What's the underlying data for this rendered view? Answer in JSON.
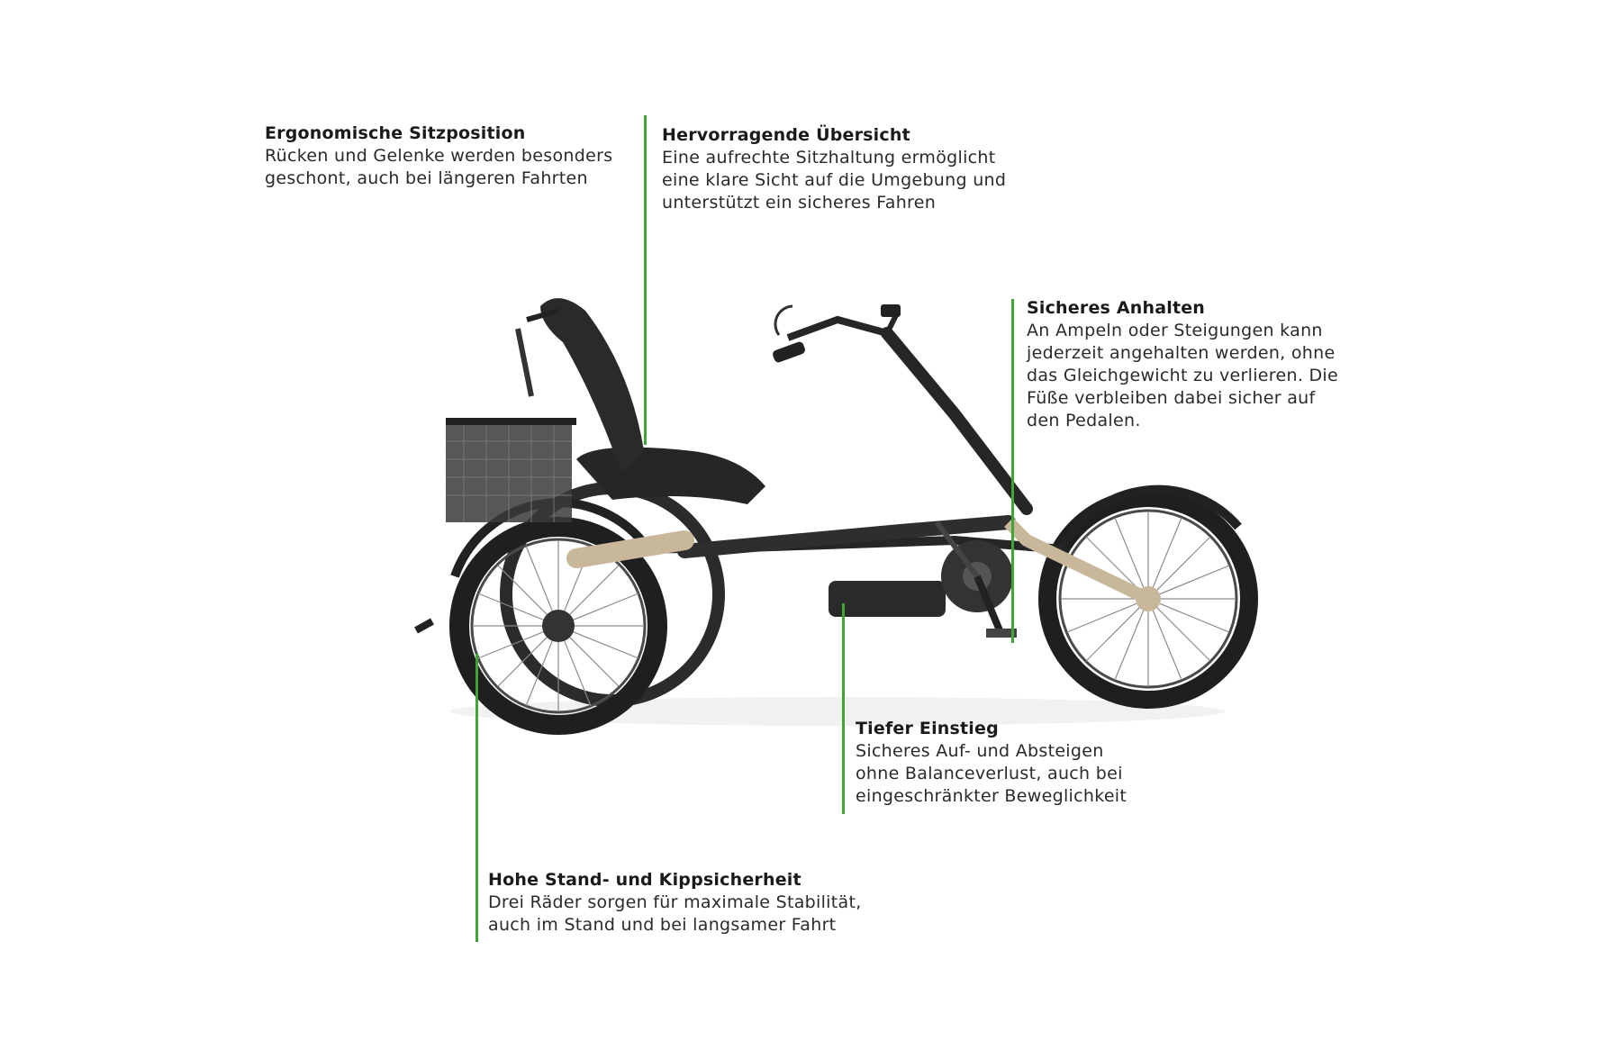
{
  "accent_color": "#3fa535",
  "callouts": {
    "ergonomie": {
      "title": "Ergonomische Sitzposition",
      "body": "Rücken und Gelenke werden besonders\ngeschont, auch bei längeren Fahrten"
    },
    "uebersicht": {
      "title": "Hervorragende Übersicht",
      "body": "Eine aufrechte Sitzhaltung ermöglicht\neine klare Sicht auf die Umgebung und\nunterstützt ein sicheres Fahren"
    },
    "anhalten": {
      "title": "Sicheres Anhalten",
      "body": "An Ampeln oder Steigungen kann\njederzeit angehalten werden, ohne\ndas Gleichgewicht zu verlieren. Die\nFüße verbleiben dabei sicher auf\nden Pedalen."
    },
    "einstieg": {
      "title": "Tiefer Einstieg",
      "body": "Sicheres Auf- und Absteigen\nohne Balanceverlust, auch bei\neingeschränkter Beweglichkeit"
    },
    "stabilitaet": {
      "title": "Hohe Stand- und Kippsicherheit",
      "body": "Drei Räder sorgen für maximale Stabilität,\nauch im Stand und bei langsamer Fahrt"
    }
  }
}
